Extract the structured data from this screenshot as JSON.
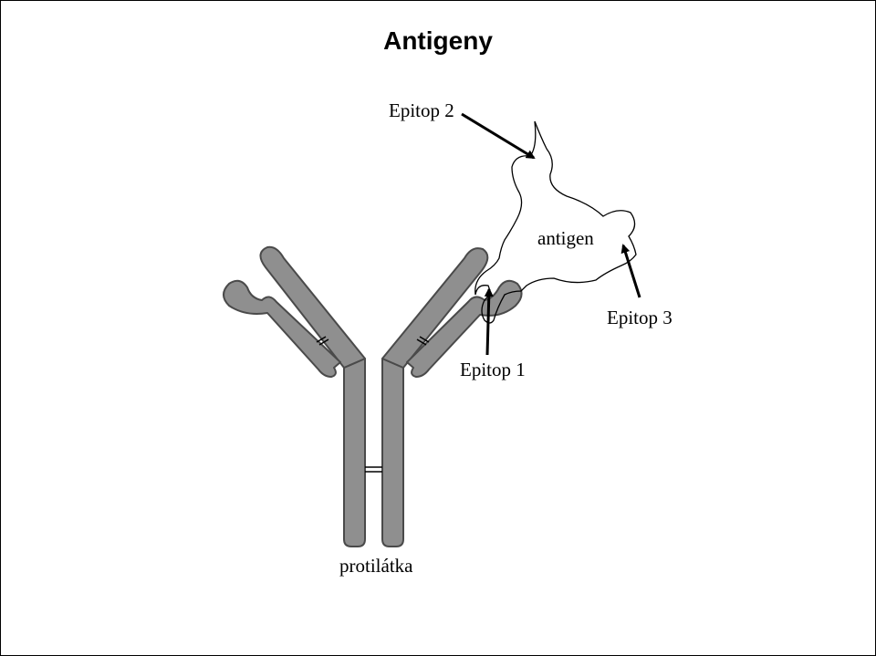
{
  "title": "Antigeny",
  "labels": {
    "epitop2": "Epitop 2",
    "antigen": "antigen",
    "epitop3": "Epitop 3",
    "epitop1": "Epitop 1",
    "antibody": "protilátka"
  },
  "colors": {
    "antibody_fill": "#8f8f8f",
    "antibody_stroke": "#4a4a4a",
    "arrow": "#000000",
    "outline": "#000000"
  }
}
